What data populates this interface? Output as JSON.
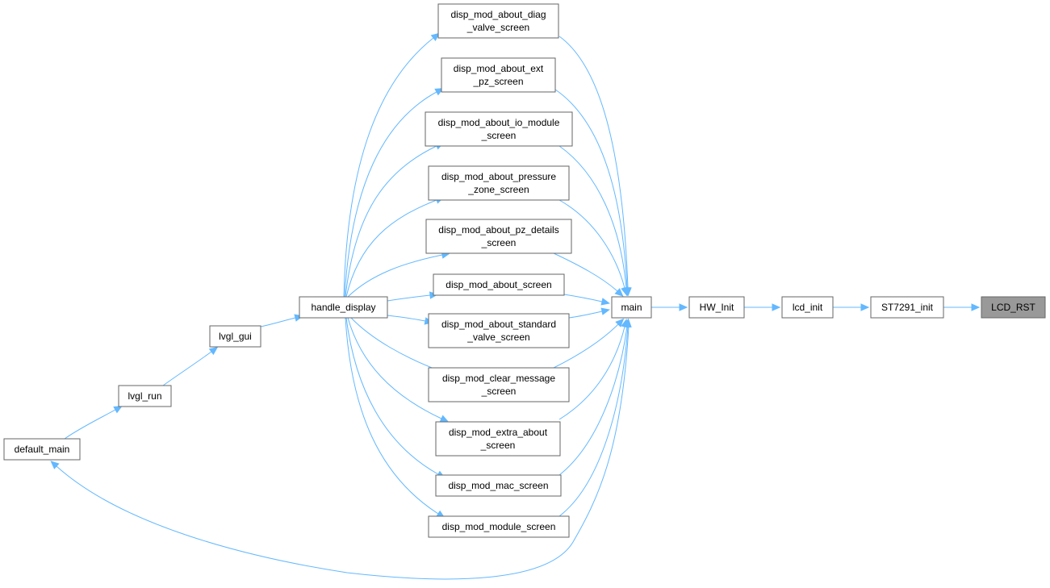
{
  "graph": {
    "type": "call-graph",
    "direction": "right-to-left callers",
    "colors": {
      "node_fill": "#ffffff",
      "node_border": "#666666",
      "current_fill": "#999999",
      "edge": "#63b8ff"
    },
    "nodes": [
      {
        "id": "lcd_rst",
        "lines": [
          "LCD_RST"
        ],
        "current": true
      },
      {
        "id": "st7291_init",
        "lines": [
          "ST7291_init"
        ]
      },
      {
        "id": "lcd_init",
        "lines": [
          "lcd_init"
        ]
      },
      {
        "id": "hw_init",
        "lines": [
          "HW_Init"
        ]
      },
      {
        "id": "main",
        "lines": [
          "main"
        ]
      },
      {
        "id": "diag_valve",
        "lines": [
          "disp_mod_about_diag",
          "_valve_screen"
        ]
      },
      {
        "id": "ext_pz",
        "lines": [
          "disp_mod_about_ext",
          "_pz_screen"
        ]
      },
      {
        "id": "io_module",
        "lines": [
          "disp_mod_about_io_module",
          "_screen"
        ]
      },
      {
        "id": "pressure_zone",
        "lines": [
          "disp_mod_about_pressure",
          "_zone_screen"
        ]
      },
      {
        "id": "pz_details",
        "lines": [
          "disp_mod_about_pz_details",
          "_screen"
        ]
      },
      {
        "id": "about_screen",
        "lines": [
          "disp_mod_about_screen"
        ]
      },
      {
        "id": "standard_valve",
        "lines": [
          "disp_mod_about_standard",
          "_valve_screen"
        ]
      },
      {
        "id": "clear_message",
        "lines": [
          "disp_mod_clear_message",
          "_screen"
        ]
      },
      {
        "id": "extra_about",
        "lines": [
          "disp_mod_extra_about",
          "_screen"
        ]
      },
      {
        "id": "mac_screen",
        "lines": [
          "disp_mod_mac_screen"
        ]
      },
      {
        "id": "module_screen",
        "lines": [
          "disp_mod_module_screen"
        ]
      },
      {
        "id": "handle_display",
        "lines": [
          "handle_display"
        ]
      },
      {
        "id": "lvgl_gui",
        "lines": [
          "lvgl_gui"
        ]
      },
      {
        "id": "lvgl_run",
        "lines": [
          "lvgl_run"
        ]
      },
      {
        "id": "default_main",
        "lines": [
          "default_main"
        ]
      }
    ],
    "edges": [
      {
        "from": "st7291_init",
        "to": "lcd_rst"
      },
      {
        "from": "lcd_init",
        "to": "st7291_init"
      },
      {
        "from": "hw_init",
        "to": "lcd_init"
      },
      {
        "from": "main",
        "to": "hw_init"
      },
      {
        "from": "diag_valve",
        "to": "main"
      },
      {
        "from": "ext_pz",
        "to": "main"
      },
      {
        "from": "io_module",
        "to": "main"
      },
      {
        "from": "pressure_zone",
        "to": "main"
      },
      {
        "from": "pz_details",
        "to": "main"
      },
      {
        "from": "about_screen",
        "to": "main"
      },
      {
        "from": "standard_valve",
        "to": "main"
      },
      {
        "from": "clear_message",
        "to": "main"
      },
      {
        "from": "extra_about",
        "to": "main"
      },
      {
        "from": "mac_screen",
        "to": "main"
      },
      {
        "from": "module_screen",
        "to": "main"
      },
      {
        "from": "default_main",
        "to": "main"
      },
      {
        "from": "handle_display",
        "to": "diag_valve"
      },
      {
        "from": "handle_display",
        "to": "ext_pz"
      },
      {
        "from": "handle_display",
        "to": "io_module"
      },
      {
        "from": "handle_display",
        "to": "pressure_zone"
      },
      {
        "from": "handle_display",
        "to": "pz_details"
      },
      {
        "from": "handle_display",
        "to": "about_screen"
      },
      {
        "from": "handle_display",
        "to": "standard_valve"
      },
      {
        "from": "handle_display",
        "to": "clear_message"
      },
      {
        "from": "handle_display",
        "to": "extra_about"
      },
      {
        "from": "handle_display",
        "to": "mac_screen"
      },
      {
        "from": "handle_display",
        "to": "module_screen"
      },
      {
        "from": "lvgl_gui",
        "to": "handle_display"
      },
      {
        "from": "lvgl_run",
        "to": "lvgl_gui"
      },
      {
        "from": "default_main",
        "to": "lvgl_run"
      }
    ]
  }
}
